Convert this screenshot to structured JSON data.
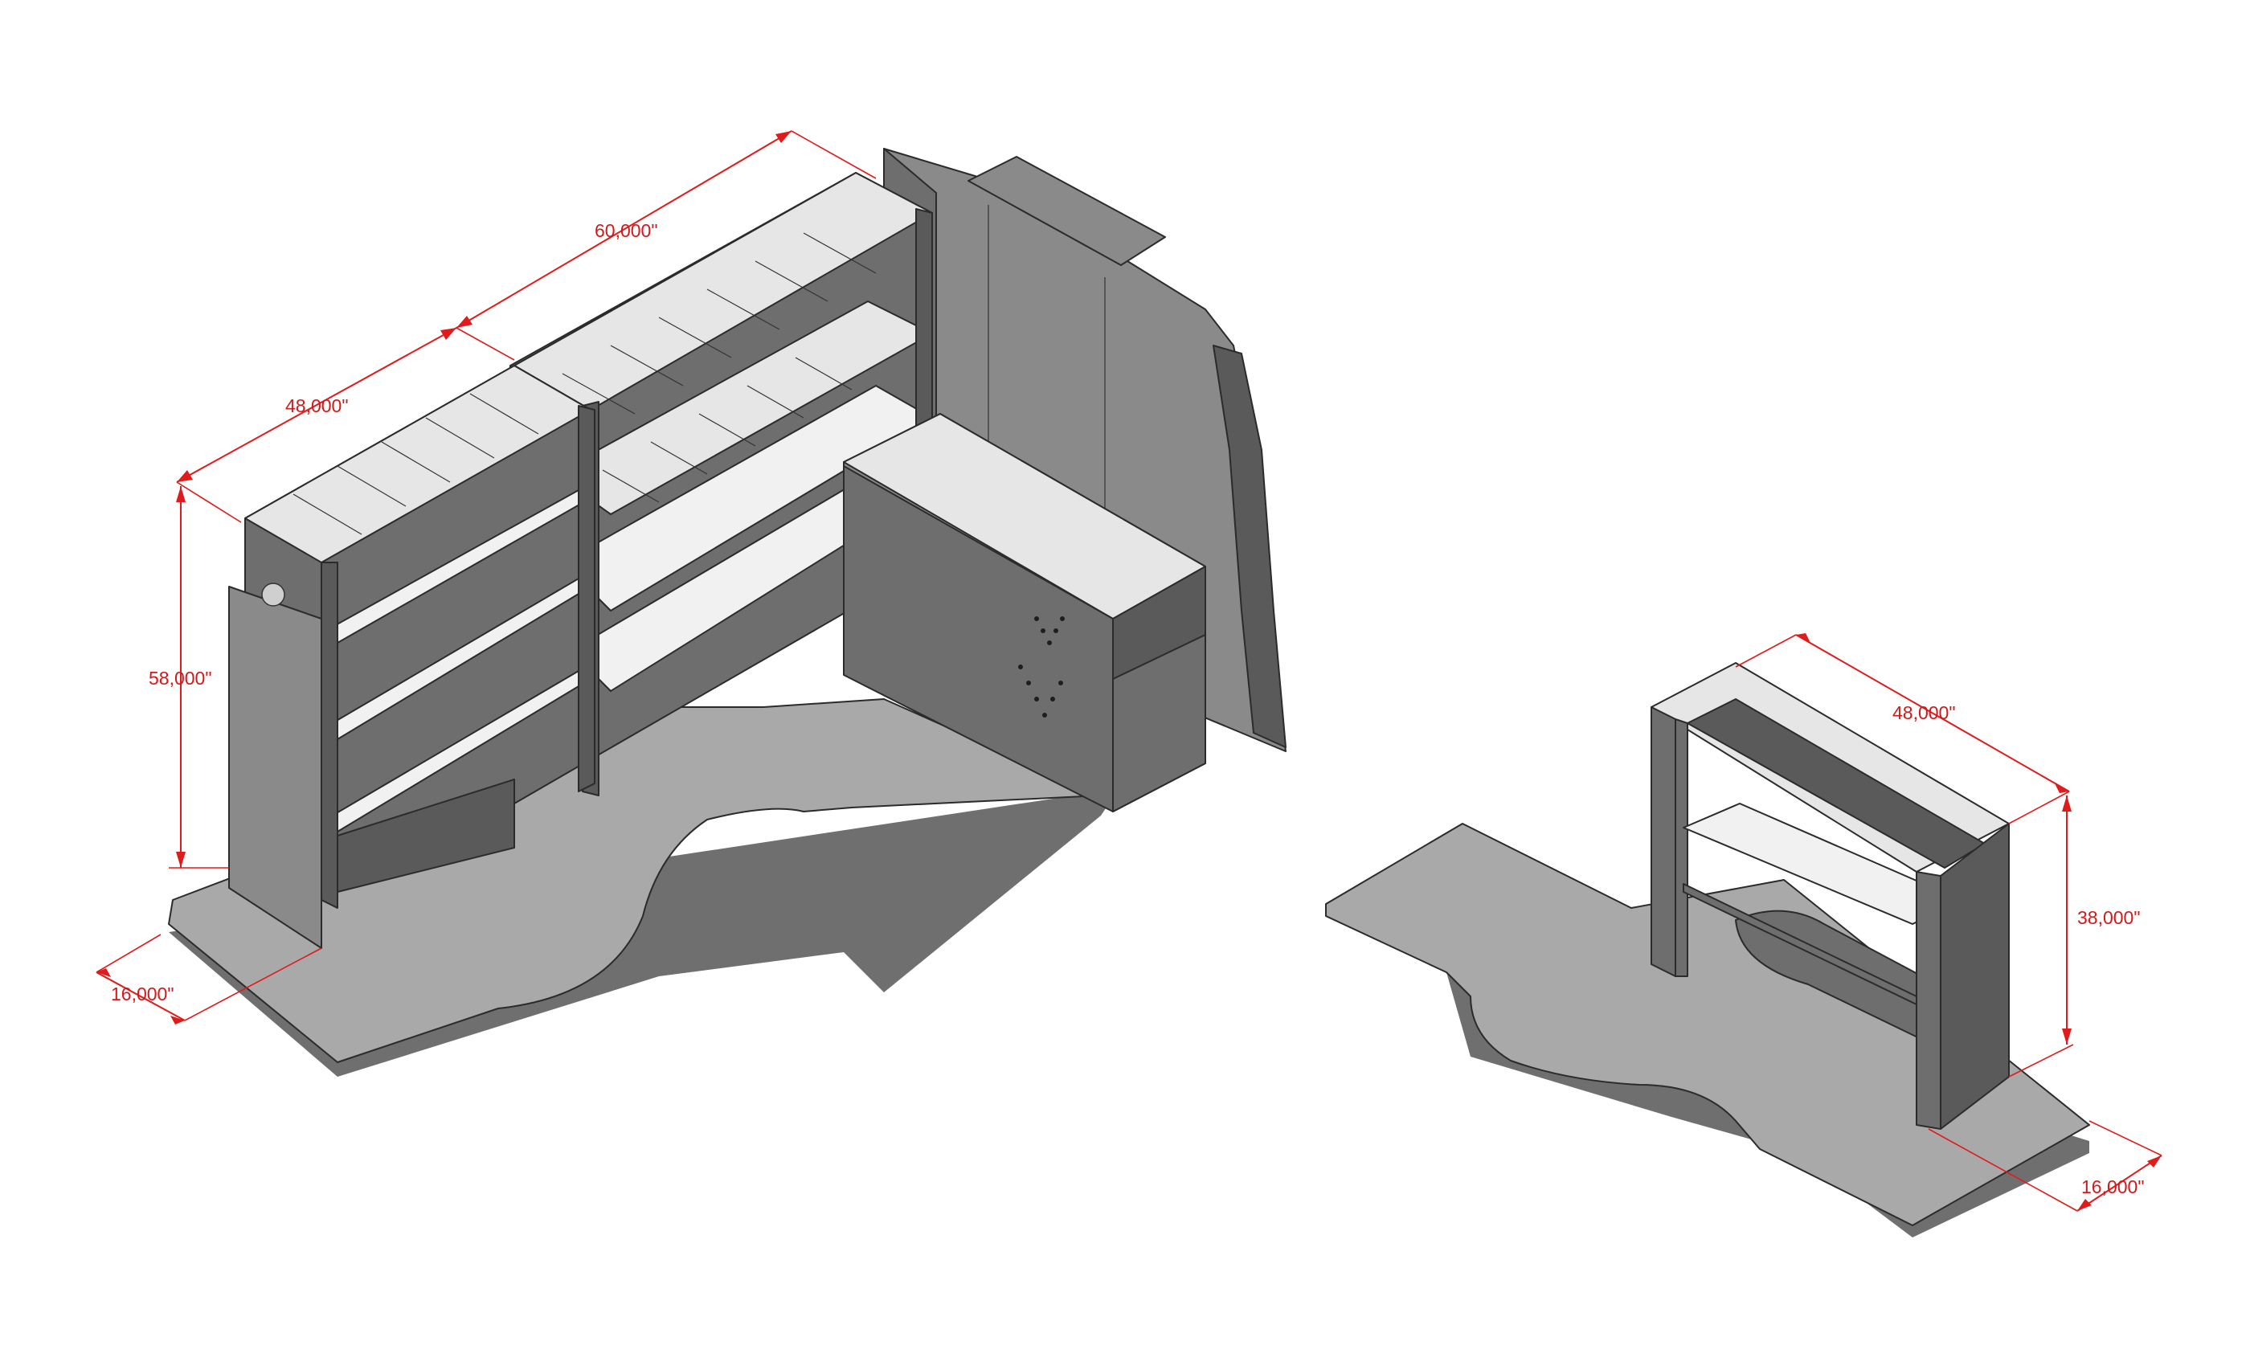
{
  "dimensions": {
    "left_width_upper": "60,000\"",
    "left_width_lower": "48,000\"",
    "left_height": "58,000\"",
    "left_depth": "16,000\"",
    "right_width": "48,000\"",
    "right_height": "38,000\"",
    "right_depth": "16,000\""
  },
  "colors": {
    "dimension": "#e01b1b",
    "panel": "#6e6e6e",
    "shelf": "#e6e6e6",
    "floor": "#a9a9a9"
  }
}
